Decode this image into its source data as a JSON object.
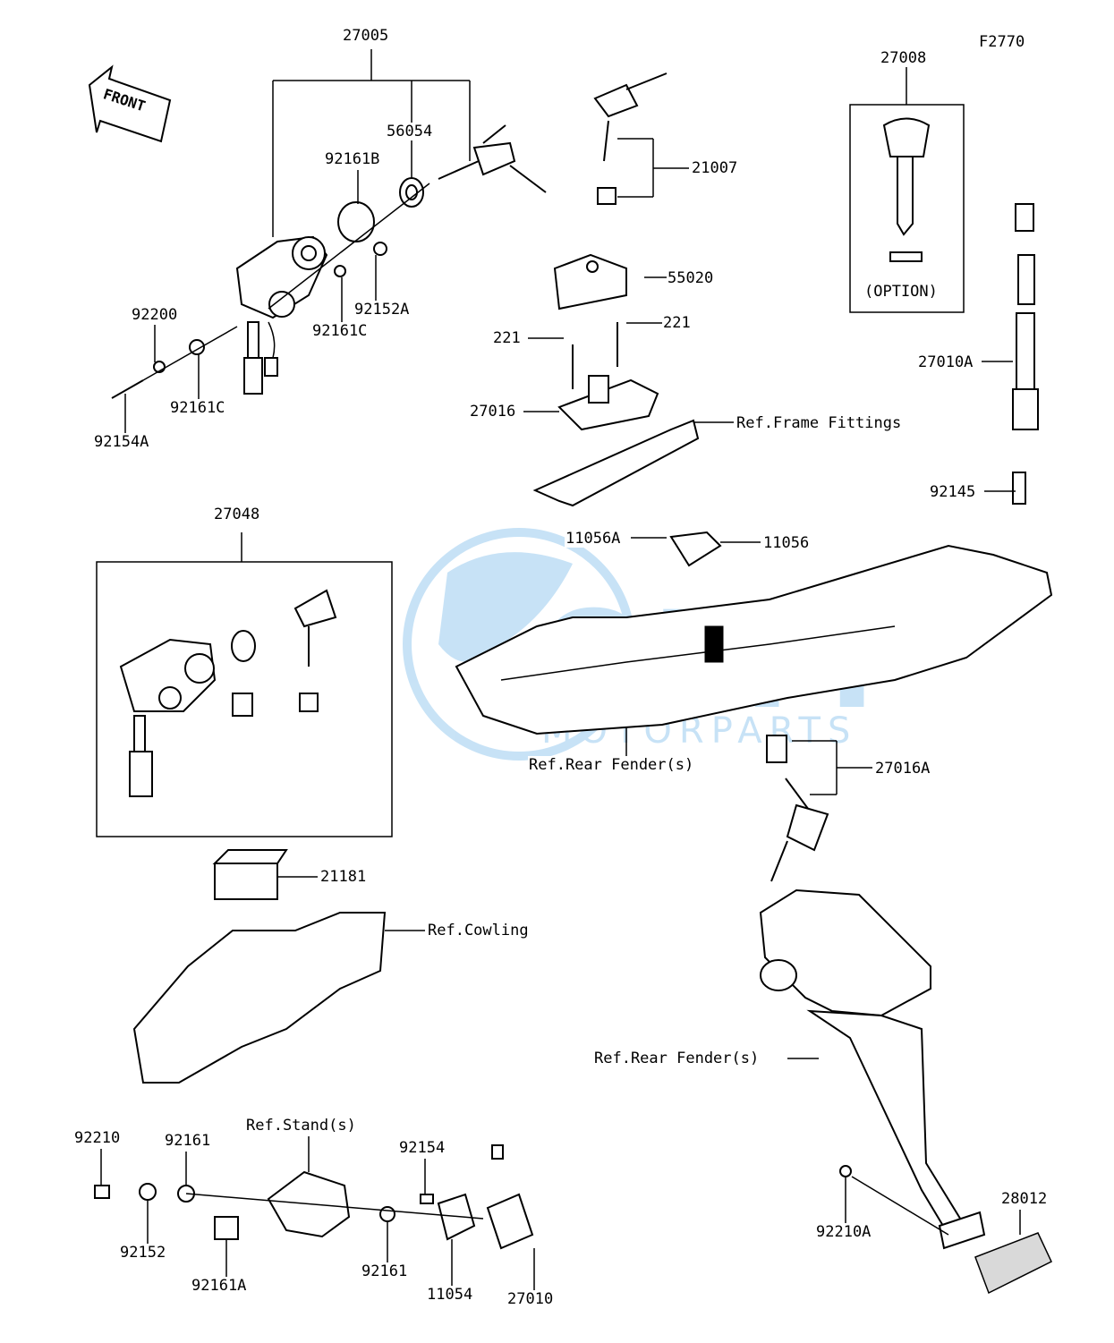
{
  "figure_code": "F2770",
  "front_arrow": {
    "label": "FRONT",
    "icon": "front-arrow-icon"
  },
  "watermark": {
    "brand": "OEM",
    "sub": "MOTORPARTS",
    "color": "#3a9be0"
  },
  "option_box_label": "(OPTION)",
  "callouts": {
    "c27005": "27005",
    "c56054": "56054",
    "c92161B": "92161B",
    "c92152A": "92152A",
    "c92161C_a": "92161C",
    "c92200": "92200",
    "c92161C_b": "92161C",
    "c92154A": "92154A",
    "c21007": "21007",
    "c27008": "27008",
    "c55020": "55020",
    "c221_a": "221",
    "c221_b": "221",
    "c27016": "27016",
    "ref_frame": "Ref.Frame Fittings",
    "c27010A": "27010A",
    "c92145": "92145",
    "c27048": "27048",
    "c11056A": "11056A",
    "c11056": "11056",
    "ref_rear_fender_a": "Ref.Rear Fender(s)",
    "c27016A": "27016A",
    "c21181": "21181",
    "ref_cowling": "Ref.Cowling",
    "ref_rear_fender_b": "Ref.Rear Fender(s)",
    "ref_stand": "Ref.Stand(s)",
    "c92210": "92210",
    "c92161_a": "92161",
    "c92154": "92154",
    "c92152": "92152",
    "c92161A": "92161A",
    "c92161_b": "92161",
    "c11054": "11054",
    "c27010": "27010",
    "c92210A": "92210A",
    "c28012": "28012"
  }
}
